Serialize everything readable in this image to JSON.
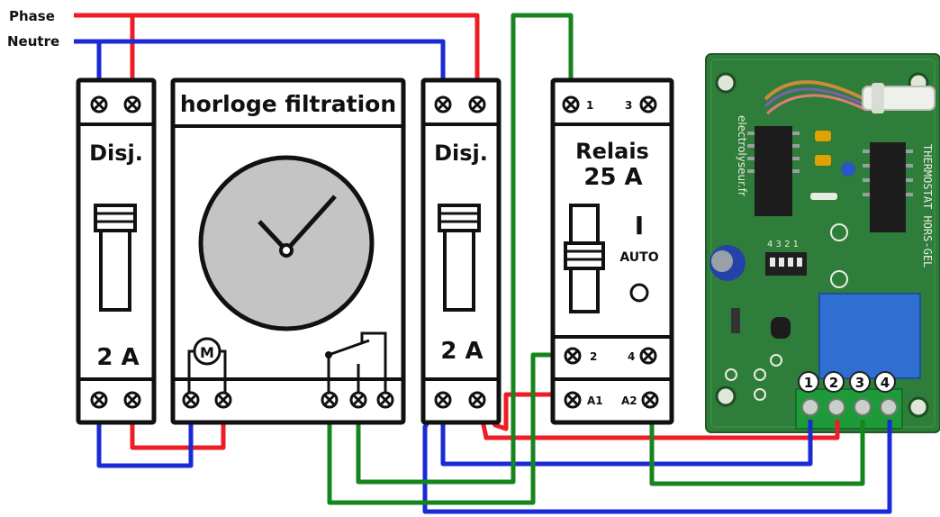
{
  "labels": {
    "phase": "Phase",
    "neutre": "Neutre"
  },
  "breaker_left": {
    "title": "Disj.",
    "rating": "2 A"
  },
  "timer": {
    "title": "horloge filtration",
    "motor_symbol": "M"
  },
  "breaker_right": {
    "title": "Disj.",
    "rating": "2 A"
  },
  "relay": {
    "title": "Relais",
    "rating": "25 A",
    "on_symbol": "I",
    "auto_label": "AUTO",
    "terminals": {
      "t1": "1",
      "t3": "3",
      "t2": "2",
      "t4": "4",
      "a1": "A1",
      "a2": "A2"
    }
  },
  "pcb": {
    "side_text": "THERMOSTAT HORS-GEL",
    "brand_text": "electrolyseur.fr",
    "dip_numbers": "4 3 2 1",
    "terminal_numbers": [
      "1",
      "2",
      "3",
      "4"
    ]
  },
  "colors": {
    "phase": "#ee1c24",
    "neutre": "#1a2bd6",
    "control": "#17851d",
    "pcb": "#2f7d3a",
    "dial": "#c4c4c4"
  }
}
